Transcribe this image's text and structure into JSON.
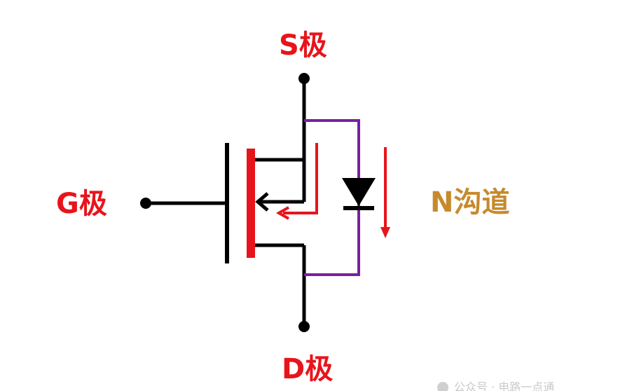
{
  "labels": {
    "source": "S极",
    "gate": "G极",
    "drain": "D极",
    "channel": "N沟道"
  },
  "watermark": {
    "text": "公众号 · 电路一点通"
  },
  "colors": {
    "wire": "#000000",
    "red": "#e8141b",
    "purple": "#7b1fa2",
    "gold": "#c68a2c"
  },
  "icons": {
    "diode": "diode-symbol",
    "watermark": "wechat-icon"
  }
}
